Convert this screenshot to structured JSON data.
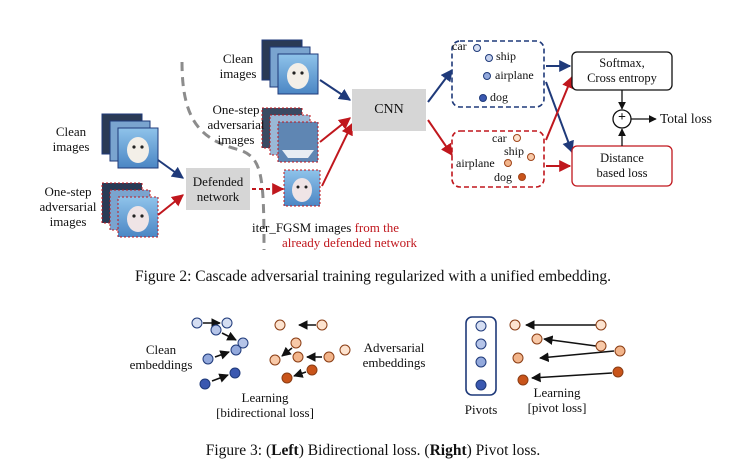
{
  "figure2": {
    "left_clean_label": [
      "Clean",
      "images"
    ],
    "left_adv_label": [
      "One-step",
      "adversarial",
      "images"
    ],
    "top_clean_label": [
      "Clean",
      "images"
    ],
    "top_adv_label": [
      "One-step",
      "adversarial",
      "images"
    ],
    "defended_network": [
      "Defended",
      "network"
    ],
    "cnn": "CNN",
    "iter_label_black": "iter_FGSM images",
    "iter_label_red_1": "from the",
    "iter_label_red_2": "already defended network",
    "embed_clean": [
      "car",
      "ship",
      "airplane",
      "dog"
    ],
    "embed_adv": [
      "car",
      "ship",
      "airplane",
      "dog"
    ],
    "softmax": [
      "Softmax,",
      "Cross entropy"
    ],
    "distance": [
      "Distance",
      "based loss"
    ],
    "plus": "+",
    "total_loss": "Total loss",
    "caption": "Figure 2: Cascade adversarial training regularized with a unified embedding."
  },
  "figure3": {
    "clean_embeddings": [
      "Clean",
      "embeddings"
    ],
    "adversarial_embeddings": [
      "Adversarial",
      "embeddings"
    ],
    "learning_left": [
      "Learning",
      "[bidirectional loss]"
    ],
    "pivots": "Pivots",
    "learning_right": [
      "Learning",
      "[pivot loss]"
    ],
    "caption_prefix": "Figure 3: (",
    "caption_left": "Left",
    "caption_mid": ") Bidirectional loss. (",
    "caption_right": "Right",
    "caption_suffix": ") Pivot loss."
  },
  "colors": {
    "blue_dark": "#1f3a7a",
    "red_dark": "#c0171d",
    "grey_box": "#d6d6d6",
    "clean_dot_light": "#d5def2",
    "clean_dot_mid": "#93a9dc",
    "clean_dot_dark": "#3a58b0",
    "adv_dot_light": "#fde3cf",
    "adv_dot_mid": "#f2b48a",
    "adv_dot_dark": "#c9541a"
  }
}
